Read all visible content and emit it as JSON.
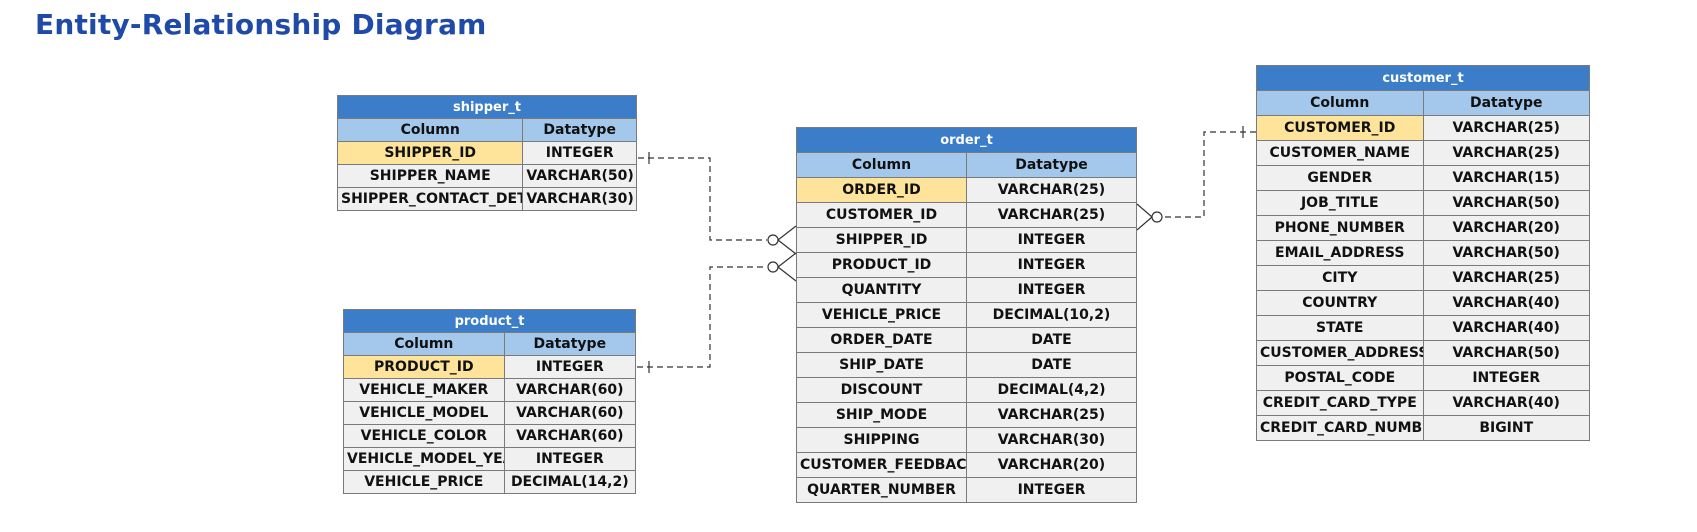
{
  "title": "Entity-Relationship Diagram",
  "col_header": "Column",
  "type_header": "Datatype",
  "tables": {
    "shipper": {
      "name": "shipper_t",
      "rows": [
        {
          "col": "SHIPPER_ID",
          "type": "INTEGER",
          "pk": true
        },
        {
          "col": "SHIPPER_NAME",
          "type": "VARCHAR(50)"
        },
        {
          "col": "SHIPPER_CONTACT_DETAILS",
          "type": "VARCHAR(30)"
        }
      ]
    },
    "product": {
      "name": "product_t",
      "rows": [
        {
          "col": "PRODUCT_ID",
          "type": "INTEGER",
          "pk": true
        },
        {
          "col": "VEHICLE_MAKER",
          "type": "VARCHAR(60)"
        },
        {
          "col": "VEHICLE_MODEL",
          "type": "VARCHAR(60)"
        },
        {
          "col": "VEHICLE_COLOR",
          "type": "VARCHAR(60)"
        },
        {
          "col": "VEHICLE_MODEL_YEAR",
          "type": "INTEGER"
        },
        {
          "col": "VEHICLE_PRICE",
          "type": "DECIMAL(14,2)"
        }
      ]
    },
    "order": {
      "name": "order_t",
      "rows": [
        {
          "col": "ORDER_ID",
          "type": "VARCHAR(25)",
          "pk": true
        },
        {
          "col": "CUSTOMER_ID",
          "type": "VARCHAR(25)"
        },
        {
          "col": "SHIPPER_ID",
          "type": "INTEGER"
        },
        {
          "col": "PRODUCT_ID",
          "type": "INTEGER"
        },
        {
          "col": "QUANTITY",
          "type": "INTEGER"
        },
        {
          "col": "VEHICLE_PRICE",
          "type": "DECIMAL(10,2)"
        },
        {
          "col": "ORDER_DATE",
          "type": "DATE"
        },
        {
          "col": "SHIP_DATE",
          "type": "DATE"
        },
        {
          "col": "DISCOUNT",
          "type": "DECIMAL(4,2)"
        },
        {
          "col": "SHIP_MODE",
          "type": "VARCHAR(25)"
        },
        {
          "col": "SHIPPING",
          "type": "VARCHAR(30)"
        },
        {
          "col": "CUSTOMER_FEEDBACK",
          "type": "VARCHAR(20)"
        },
        {
          "col": "QUARTER_NUMBER",
          "type": "INTEGER"
        }
      ]
    },
    "customer": {
      "name": "customer_t",
      "rows": [
        {
          "col": "CUSTOMER_ID",
          "type": "VARCHAR(25)",
          "pk": true
        },
        {
          "col": "CUSTOMER_NAME",
          "type": "VARCHAR(25)"
        },
        {
          "col": "GENDER",
          "type": "VARCHAR(15)"
        },
        {
          "col": "JOB_TITLE",
          "type": "VARCHAR(50)"
        },
        {
          "col": "PHONE_NUMBER",
          "type": "VARCHAR(20)"
        },
        {
          "col": "EMAIL_ADDRESS",
          "type": "VARCHAR(50)"
        },
        {
          "col": "CITY",
          "type": "VARCHAR(25)"
        },
        {
          "col": "COUNTRY",
          "type": "VARCHAR(40)"
        },
        {
          "col": "STATE",
          "type": "VARCHAR(40)"
        },
        {
          "col": "CUSTOMER_ADDRESS",
          "type": "VARCHAR(50)"
        },
        {
          "col": "POSTAL_CODE",
          "type": "INTEGER"
        },
        {
          "col": "CREDIT_CARD_TYPE",
          "type": "VARCHAR(40)"
        },
        {
          "col": "CREDIT_CARD_NUMBER",
          "type": "BIGINT"
        }
      ]
    }
  },
  "relationships": [
    {
      "from": "shipper_t.SHIPPER_ID",
      "to": "order_t.SHIPPER_ID",
      "from_end": "one",
      "to_end": "zero-or-many"
    },
    {
      "from": "product_t.PRODUCT_ID",
      "to": "order_t.PRODUCT_ID",
      "from_end": "one",
      "to_end": "zero-or-many"
    },
    {
      "from": "customer_t.CUSTOMER_ID",
      "to": "order_t.CUSTOMER_ID",
      "from_end": "one",
      "to_end": "zero-or-many"
    }
  ],
  "colors": {
    "title": "#1f4aa8",
    "table_header": "#3b7dc9",
    "column_header": "#a4c8ec",
    "primary_key": "#fde49a",
    "cell": "#f0f0f0",
    "connector": "#333333"
  }
}
